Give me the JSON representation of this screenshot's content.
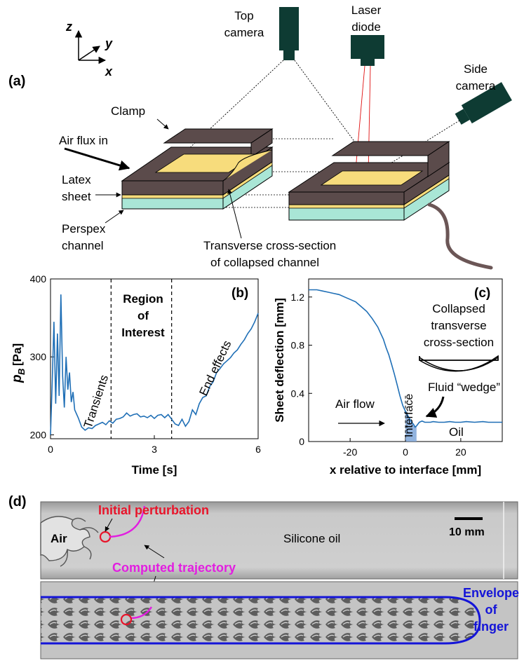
{
  "panel_a": {
    "label": "(a)",
    "axes": {
      "z": "z",
      "y": "y",
      "x": "x"
    },
    "top_camera": [
      "Top",
      "camera"
    ],
    "laser_diode": [
      "Laser",
      "diode"
    ],
    "side_camera": [
      "Side",
      "camera"
    ],
    "clamp": "Clamp",
    "air_flux": "Air flux in",
    "latex_sheet": [
      "Latex",
      "sheet"
    ],
    "perspex_channel": [
      "Perspex",
      "channel"
    ],
    "cross_section": [
      "Transverse cross-section",
      "of collapsed channel"
    ],
    "colors": {
      "clamp": "#5b4b4b",
      "latex": "#f7dc7c",
      "channel": "#a9e6d6",
      "camera": "#0e3b33"
    }
  },
  "panel_b": {
    "label": "(b)",
    "ylabel_main": "p",
    "ylabel_sub": "B",
    "ylabel_unit": "[Pa]",
    "xlabel": "Time [s]",
    "region_label": [
      "Region",
      "of",
      "Interest"
    ],
    "transients": "Transients",
    "end_effects": "End effects"
  },
  "panel_c": {
    "label": "(c)",
    "ylabel": "Sheet deflection [mm]",
    "xlabel": "x relative to interface [mm]",
    "inset_title": [
      "Collapsed",
      "transverse",
      "cross-section"
    ],
    "fluid_wedge": "Fluid “wedge”",
    "air_flow": "Air flow",
    "interface": "Interface",
    "oil": "Oil"
  },
  "panel_d": {
    "label": "(d)",
    "initial_perturbation": "Initial perturbation",
    "air": "Air",
    "silicone_oil": "Silicone oil",
    "scale": "10 mm",
    "computed_trajectory": "Computed trajectory",
    "envelope": [
      "Envelope",
      "of",
      "finger"
    ],
    "colors": {
      "red": "#e8142a",
      "magenta": "#e21ee0",
      "blue": "#1414d8"
    }
  },
  "chart_data": [
    {
      "type": "line",
      "panel": "b",
      "xlim": [
        0,
        6
      ],
      "ylim": [
        195,
        400
      ],
      "xticks": [
        0,
        3,
        6
      ],
      "yticks": [
        200,
        300,
        400
      ],
      "region_of_interest": [
        1.75,
        3.5
      ],
      "series": [
        {
          "color": "#1f6fb6",
          "x": [
            0.0,
            0.05,
            0.1,
            0.15,
            0.2,
            0.25,
            0.3,
            0.35,
            0.4,
            0.45,
            0.5,
            0.55,
            0.6,
            0.65,
            0.7,
            0.8,
            0.9,
            1.0,
            1.1,
            1.2,
            1.3,
            1.4,
            1.5,
            1.6,
            1.7,
            1.8,
            1.9,
            2.0,
            2.1,
            2.2,
            2.3,
            2.4,
            2.5,
            2.6,
            2.7,
            2.8,
            2.9,
            3.0,
            3.1,
            3.2,
            3.3,
            3.4,
            3.5,
            3.6,
            3.7,
            3.8,
            3.9,
            4.0,
            4.1,
            4.2,
            4.3,
            4.4,
            4.5,
            4.6,
            4.7,
            4.8,
            4.9,
            5.0,
            5.1,
            5.2,
            5.3,
            5.4,
            5.5,
            5.6,
            5.7,
            5.8,
            5.9,
            6.0
          ],
          "y": [
            200,
            270,
            345,
            240,
            330,
            250,
            380,
            275,
            235,
            300,
            258,
            280,
            242,
            255,
            232,
            222,
            210,
            206,
            209,
            208,
            212,
            214,
            216,
            213,
            218,
            215,
            220,
            221,
            223,
            228,
            224,
            226,
            227,
            223,
            224,
            222,
            225,
            221,
            225,
            226,
            222,
            226,
            220,
            214,
            212,
            220,
            211,
            217,
            232,
            226,
            240,
            248,
            250,
            262,
            268,
            280,
            285,
            291,
            295,
            299,
            305,
            309,
            316,
            322,
            330,
            336,
            345,
            356
          ]
        }
      ],
      "annotations": [
        "Transients",
        "Region of Interest",
        "End effects"
      ]
    },
    {
      "type": "area",
      "panel": "c",
      "xlim": [
        -35,
        35
      ],
      "ylim": [
        0,
        1.35
      ],
      "xticks": [
        -20,
        0,
        20
      ],
      "yticks": [
        0,
        0.4,
        0.8,
        1.2
      ],
      "interface_x": 0,
      "wedge_x": [
        0,
        4
      ],
      "series": [
        {
          "color": "#1f6fb6",
          "x": [
            -35,
            -32,
            -30,
            -28,
            -26,
            -24,
            -22,
            -20,
            -18,
            -16,
            -14,
            -12,
            -10,
            -9,
            -8,
            -7,
            -6,
            -5,
            -4,
            -3,
            -2,
            -1,
            0,
            1,
            2,
            3,
            3.5,
            4,
            5,
            6,
            7,
            8,
            9,
            10,
            12,
            14,
            16,
            18,
            20,
            22,
            25,
            28,
            30,
            32,
            35
          ],
          "y": [
            1.26,
            1.26,
            1.25,
            1.24,
            1.23,
            1.22,
            1.2,
            1.18,
            1.16,
            1.12,
            1.08,
            1.02,
            0.95,
            0.9,
            0.85,
            0.78,
            0.72,
            0.64,
            0.56,
            0.47,
            0.38,
            0.3,
            0.25,
            0.21,
            0.17,
            0.14,
            0.12,
            0.13,
            0.16,
            0.17,
            0.16,
            0.16,
            0.16,
            0.165,
            0.16,
            0.16,
            0.165,
            0.16,
            0.16,
            0.165,
            0.16,
            0.165,
            0.16,
            0.16,
            0.16
          ]
        }
      ],
      "annotations": [
        "Collapsed transverse cross-section",
        "Fluid “wedge”",
        "Air flow",
        "Interface",
        "Oil"
      ]
    }
  ]
}
